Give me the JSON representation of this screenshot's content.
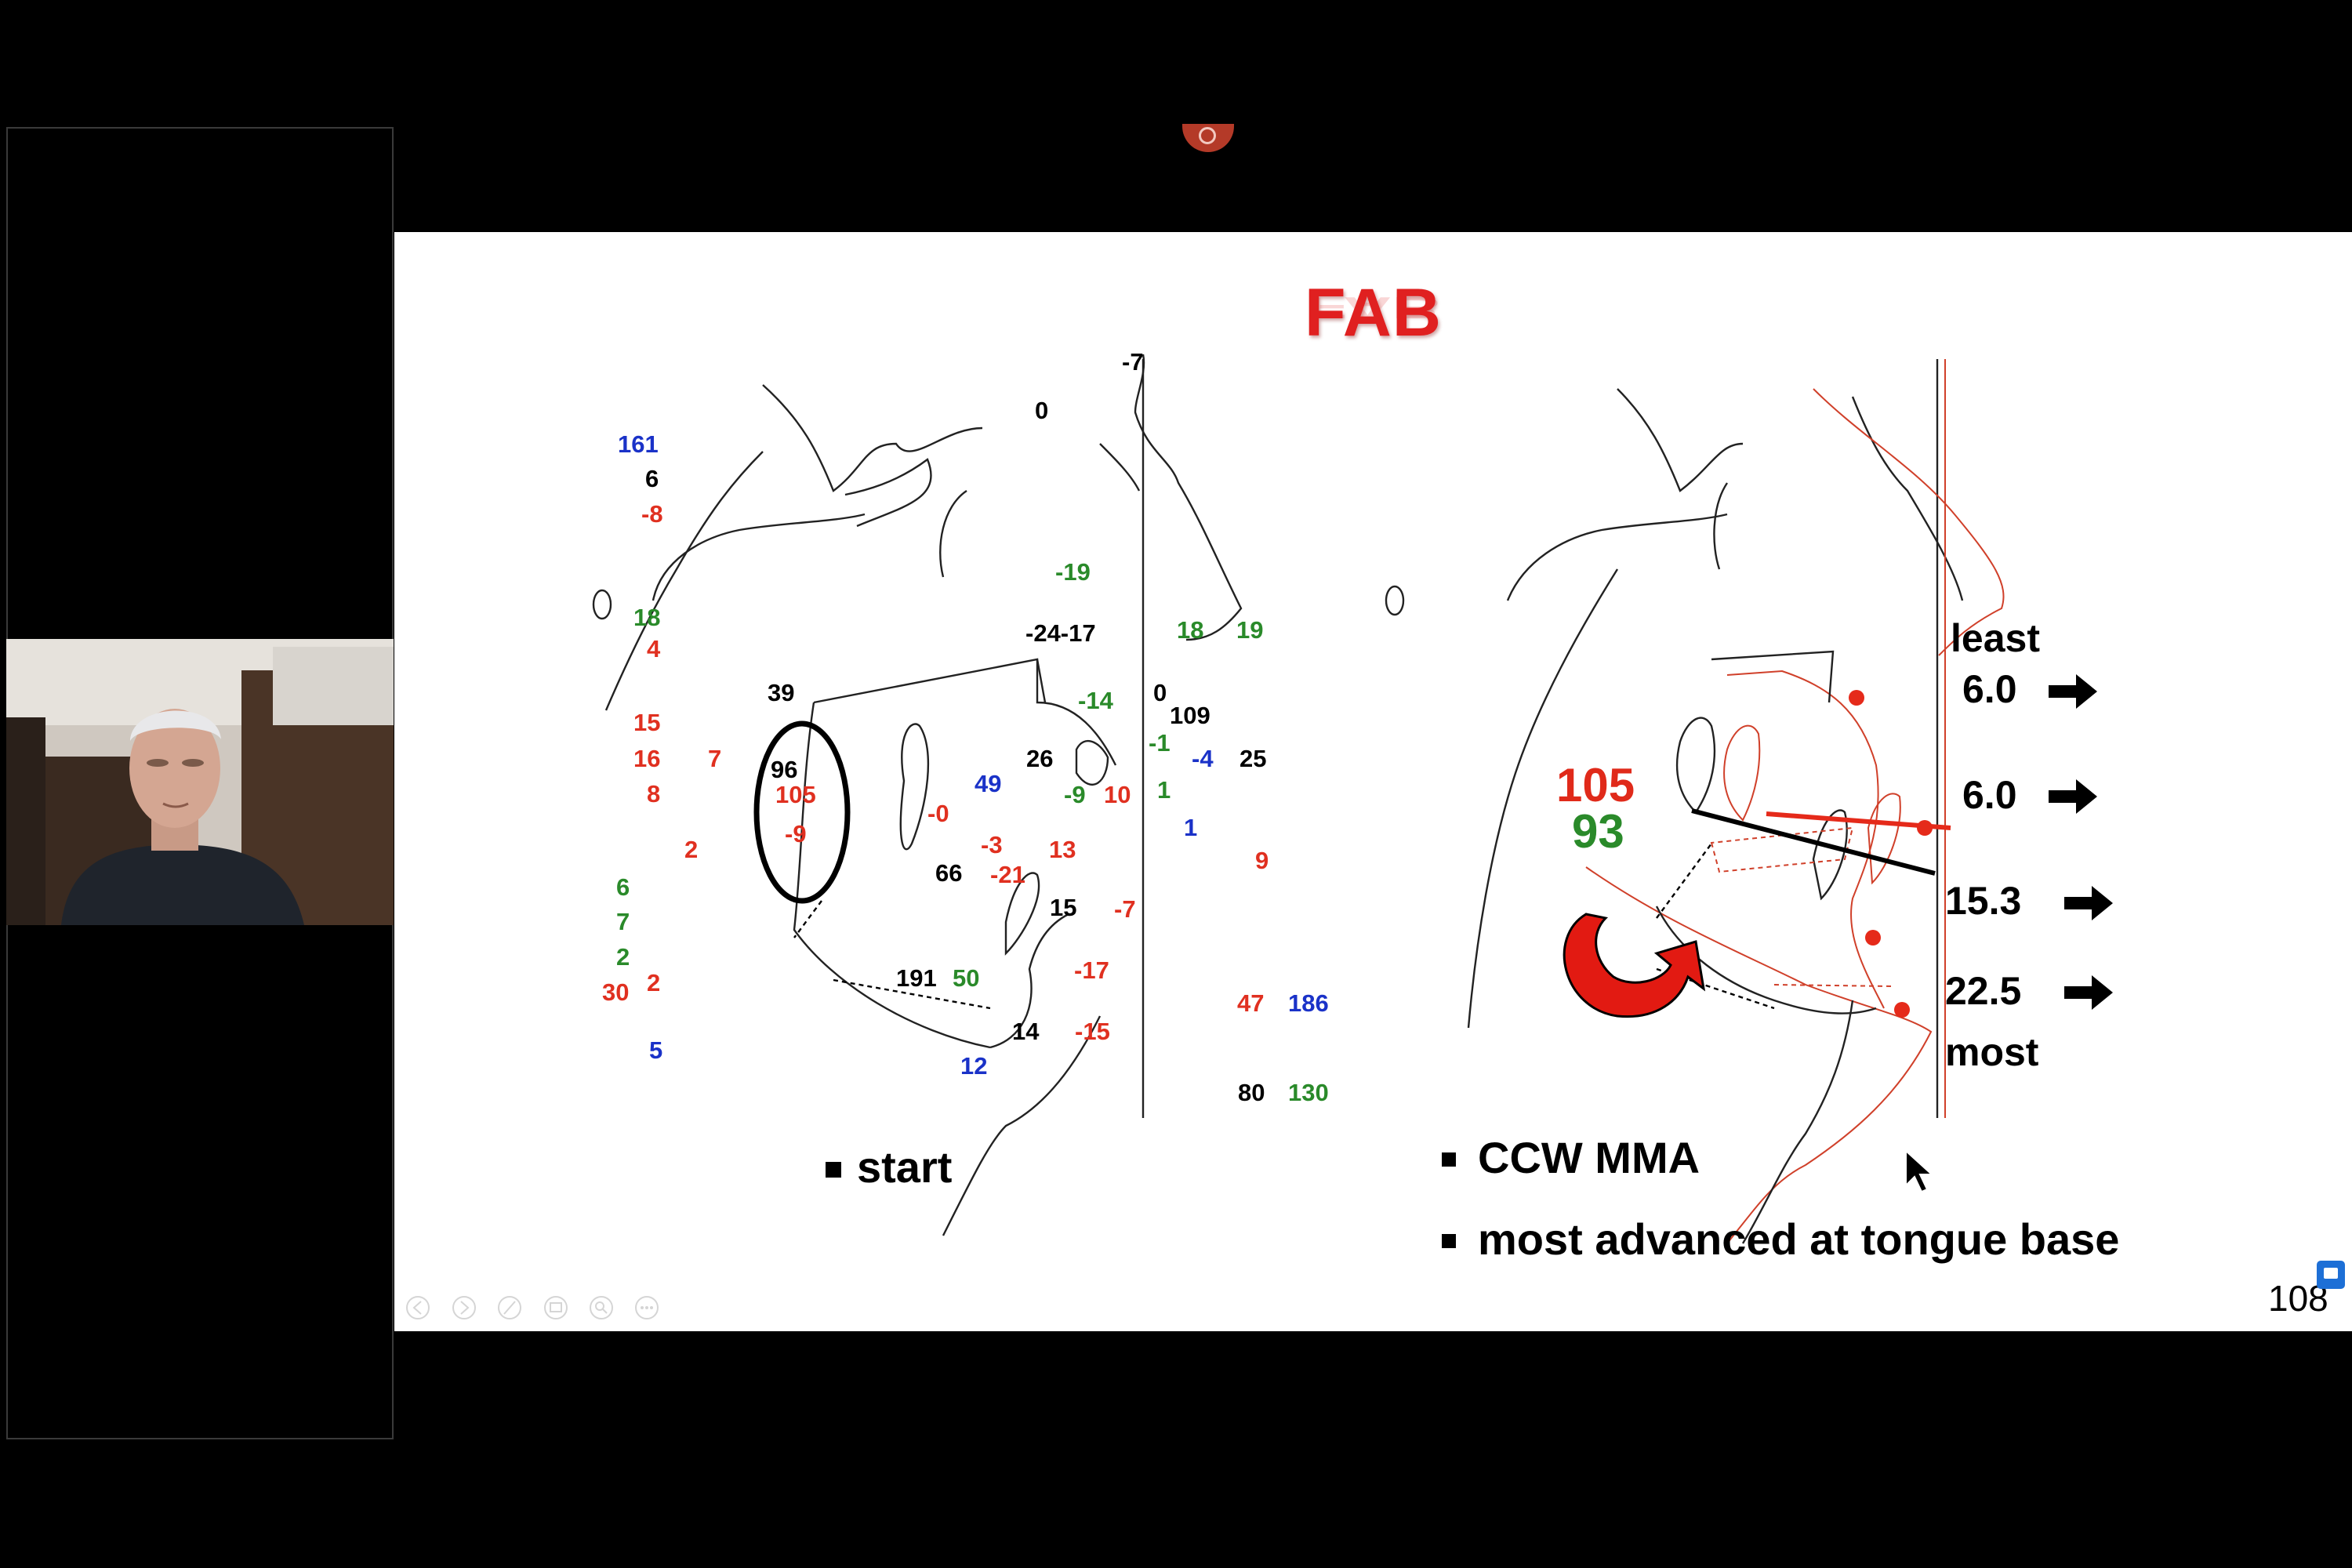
{
  "meeting": {
    "presenter_view": {
      "record_indicator": "recording"
    }
  },
  "slide": {
    "title": "FAB",
    "page_number": "108",
    "bullets_left": [
      "start"
    ],
    "bullets_right": [
      "CCW MMA",
      "most advanced at tongue base"
    ],
    "left_measurements": {
      "black": [
        "-7",
        "0",
        "6",
        "39",
        "96",
        "-24-17",
        "0",
        "109",
        "26",
        "25",
        "66",
        "15",
        "191",
        "14",
        "80"
      ],
      "red": [
        "-8",
        "4",
        "15",
        "16",
        "8",
        "7",
        "2",
        "2",
        "30",
        "105",
        "-9",
        "-0",
        "-3",
        "-21",
        "13",
        "-7",
        "10",
        "9",
        "-17",
        "-15",
        "47"
      ],
      "green": [
        "18",
        "6",
        "7",
        "2",
        "-19",
        "18",
        "19",
        "-14",
        "-1",
        "-9",
        "1",
        "50",
        "130"
      ],
      "blue": [
        "161",
        "5",
        "49",
        "-4",
        "1",
        "12",
        "186"
      ]
    },
    "right_panel": {
      "angle_before": "105",
      "angle_after": "93",
      "advancements": [
        {
          "label_above": "least",
          "value": "6.0"
        },
        {
          "value": "6.0"
        },
        {
          "value": "15.3"
        },
        {
          "value": "22.5",
          "label_below": "most"
        }
      ]
    },
    "toolbar_icons": [
      "previous-icon",
      "next-icon",
      "pen-icon",
      "slides-icon",
      "zoom-icon",
      "more-icon"
    ]
  },
  "colors": {
    "title": "#e02020",
    "red": "#e03020",
    "green": "#2a8a2a",
    "blue": "#1a32c8"
  }
}
